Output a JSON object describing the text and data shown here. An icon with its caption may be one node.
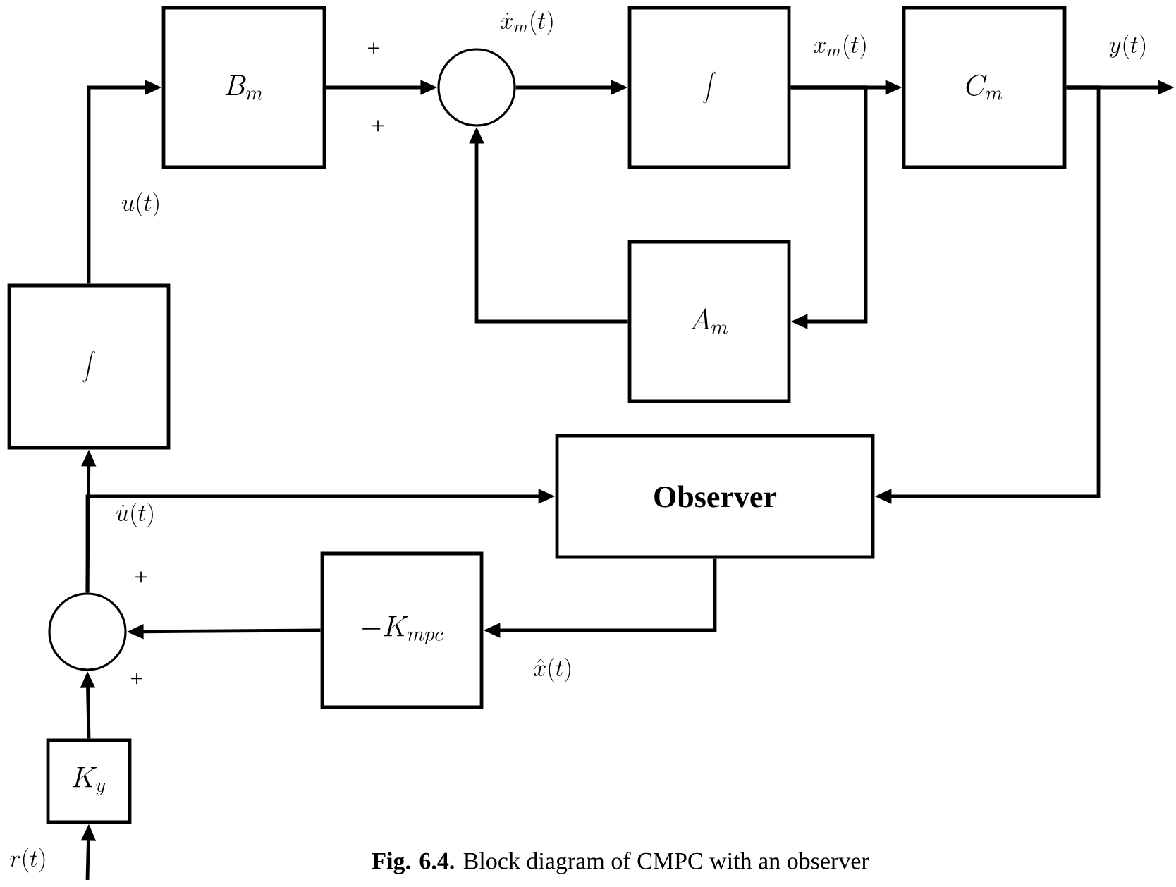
{
  "diagram": {
    "caption": "**Fig. 6.4.** Block diagram of CMPC with an observer",
    "nodes": [
      {
        "text": [
          "B_m"
        ]
      },
      {
        "text": [],
        "shape": "circle"
      },
      {
        "text": [
          "\\int"
        ]
      },
      {
        "text": [
          "C_m"
        ]
      },
      {
        "text": [
          "A_m"
        ]
      },
      {
        "text": [
          "\\int"
        ]
      },
      {
        "text": [
          "Observer"
        ]
      },
      {
        "text": [
          "-K_{mpc}"
        ]
      },
      {
        "text": [],
        "shape": "circle"
      },
      {
        "text": [
          "K_y"
        ]
      }
    ],
    "edges": [
      {
        "from": 5,
        "to": 0,
        "arrow": "to",
        "label": "u(t)"
      },
      {
        "from": 0,
        "to": 1,
        "arrow": "to"
      },
      {
        "from": 1,
        "to": 2,
        "arrow": "to",
        "label": "\\dot{x}_m(t)"
      },
      {
        "from": 2,
        "to": 3,
        "arrow": "to",
        "label": "x_m(t)"
      },
      {
        "from": 2,
        "to": 4,
        "arrow": "to"
      },
      {
        "from": 4,
        "to": 1,
        "arrow": "to"
      },
      {
        "from": 3,
        "to": null,
        "arrow": "to",
        "label": "y(t)"
      },
      {
        "from": 3,
        "to": 6,
        "arrow": "to"
      },
      {
        "from": 8,
        "to": 5,
        "arrow": "to"
      },
      {
        "from": 8,
        "to": 6,
        "arrow": "to",
        "label": "\\dot{u}(t)"
      },
      {
        "from": 6,
        "to": 7,
        "arrow": "to",
        "label": "\\hat{x}(t)"
      },
      {
        "from": 7,
        "to": 8,
        "arrow": "to"
      },
      {
        "from": 9,
        "to": 8,
        "arrow": "to"
      },
      {
        "from": null,
        "to": 9,
        "arrow": "to",
        "label": "r(t)"
      }
    ],
    "labels": [
      "+",
      "+",
      "+",
      "+"
    ]
  }
}
